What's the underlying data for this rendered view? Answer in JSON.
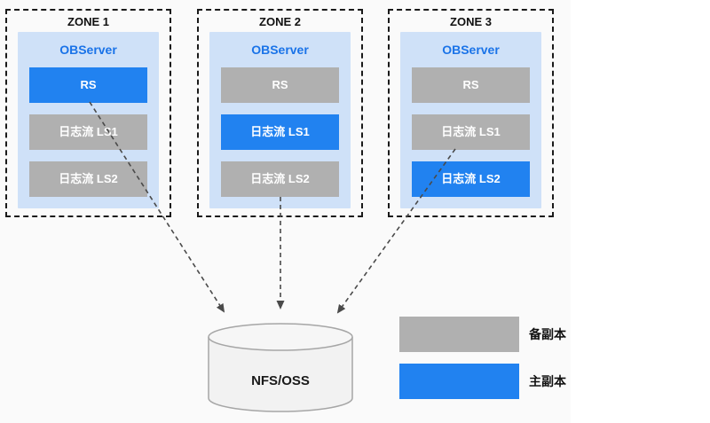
{
  "page": {
    "background": "#ffffff",
    "canvas_background": "#fafafa"
  },
  "colors": {
    "primary_replica_blue": "#2182f0",
    "backup_replica_gray": "#b0b0b0",
    "observer_panel_blue": "#cfe1f8",
    "observer_title_blue": "#1a73e8",
    "zone_border_black": "#1a1a1a",
    "arrow_gray": "#4a4a4a",
    "cylinder_fill": "#f2f2f2",
    "cylinder_stroke": "#a6a6a6"
  },
  "zones": [
    {
      "title": "ZONE 1",
      "server_label": "OBServer",
      "blocks": [
        {
          "label": "RS",
          "type": "primary"
        },
        {
          "label": "日志流 LS1",
          "type": "backup"
        },
        {
          "label": "日志流 LS2",
          "type": "backup"
        }
      ]
    },
    {
      "title": "ZONE 2",
      "server_label": "OBServer",
      "blocks": [
        {
          "label": "RS",
          "type": "backup"
        },
        {
          "label": "日志流 LS1",
          "type": "primary"
        },
        {
          "label": "日志流 LS2",
          "type": "backup"
        }
      ]
    },
    {
      "title": "ZONE 3",
      "server_label": "OBServer",
      "blocks": [
        {
          "label": "RS",
          "type": "backup"
        },
        {
          "label": "日志流 LS1",
          "type": "backup"
        },
        {
          "label": "日志流 LS2",
          "type": "primary"
        }
      ]
    }
  ],
  "storage": {
    "label": "NFS/OSS"
  },
  "legend": {
    "items": [
      {
        "label": "备副本",
        "type": "backup"
      },
      {
        "label": "主副本",
        "type": "primary"
      }
    ]
  }
}
